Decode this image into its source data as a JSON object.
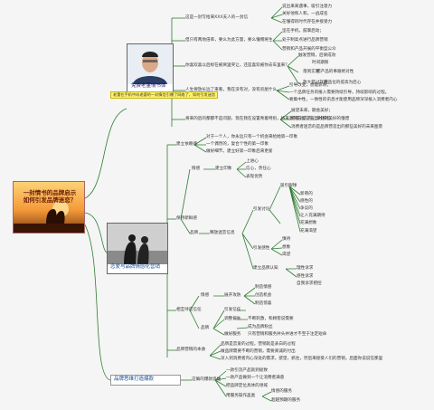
{
  "central": {
    "title": "一封情书的品牌启示 如何引发品牌迷恋？"
  },
  "branch1": {
    "label": "免费老董情书体",
    "tag": "老董在手机中向老婆的一封情信引爆了网络了，如何引发迷恋",
    "items": [
      {
        "text": "这是一封写给来XXX夫人的一封信",
        "subs": [
          "说出来来遇事，吸引注意力",
          "关好他和人和，一战成名",
          "在懂得的时代存在并接受力"
        ]
      },
      {
        "text": "但只有两地倍率，要么为此方量，要么懂俺将生",
        "subs": [
          "坚在手机，鼓掌启动；",
          "处于制高点进行品牌营销",
          "营销和产品开展的平衡型公众"
        ]
      },
      {
        "text": "你喜欢喜以后标在被窝里突让，还是喜欢被你去车里来？",
        "subs": [
          "触发营销，后果成效",
          "时间期限",
          "落到实际",
          "放大错过就后",
          "把产品的事跟绝对性",
          "把品位的提高为后心"
        ]
      },
      {
        "text": "人生要放长远了来看，我在没有对，没有房屋什么",
        "subs": [
          "引导改变，想能影响；",
          "一个品牌任务的植入需要持续引导，持续影响的过程。",
          "要集中性，一致性的讯息才能使用品牌深深植入消费者内心"
        ]
      },
      {
        "text": "将来的后的都都不是问题，现在我在设置希着特别，将来我的这里这些当时那些",
        "subs": [
          "展望未来，期会美好；",
          "把握对方内心深处对美好的憧憬",
          "消费者迷恋的是品牌营造出的那些美好的未来图景"
        ]
      }
    ]
  },
  "branch2": {
    "label": "恋爱与品牌情感化营销",
    "items": [
      {
        "text": "建立依赖感",
        "subs": [
          "对于一个人，你永远只有一个机会来给她第一印象",
          "一个偶然的，复合个性的第一印象",
          "做好细节，建立好第一印象后来更爱"
        ]
      },
      {
        "text": "保持新鲜感",
        "subs": [
          "情感",
          "建立印象",
          "上进心",
          "信心，责任心",
          "表现优势",
          "品牌",
          "释放迷恋信息",
          "引发讨论",
          "吸引眼球",
          "新奇的",
          "感性的",
          "争议的",
          "让人充满期待",
          "充满想象",
          "充满渴望",
          "引发感性",
          "慎待",
          "想象",
          "渴望",
          "建立品牌认知",
          "理性诉求",
          "感性诉求",
          "自我诉求把控"
        ]
      },
      {
        "text": "相互呼应信任",
        "subs": [
          "情感",
          "展开攻防",
          "制造情感",
          "创造机会",
          "制造惊喜",
          "引发信任",
          "品牌",
          "调整偏失",
          "不断刺激，和顾客说需要",
          "成为品牌粉丝",
          "做好服务",
          "只有营销和服务并头并进才不至于注定短命"
        ]
      },
      {
        "text": "品牌营销的本质",
        "subs": [
          "品牌是恋爱的过程，营销就是表白的过程",
          "做品牌需要不断的营销，需要真诚的付出",
          "深入到消费者内心深处的需求，欲望，抓住，然后来接受人们的营销，后面你说说在那里"
        ]
      }
    ]
  },
  "branch3": {
    "label": "品牌思维打造爆款",
    "items": [
      {
        "text": "这确的爆款思维",
        "subs": [
          "一款引流产品就到极致",
          "一款产品做到一个让消费者满意",
          "把品牌定位具体的领域",
          "用服务操作盖类",
          "情感的服务",
          "超越预期的服务"
        ]
      }
    ]
  }
}
